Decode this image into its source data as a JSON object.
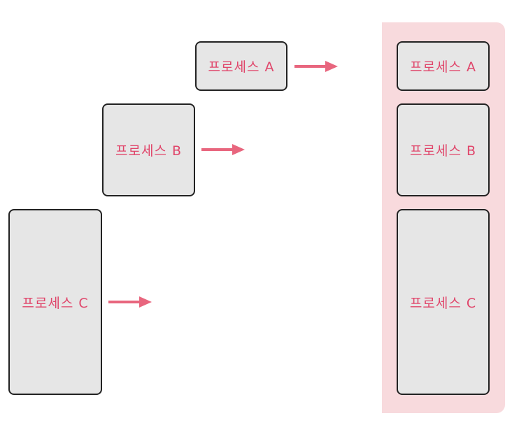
{
  "processes": [
    {
      "label": "프로세스 A"
    },
    {
      "label": "프로세스 B"
    },
    {
      "label": "프로세스 C"
    }
  ],
  "colors": {
    "text": "#e0456a",
    "arrow": "#e8667e",
    "box_fill": "#e6e6e6",
    "panel": "#f8dadd"
  }
}
